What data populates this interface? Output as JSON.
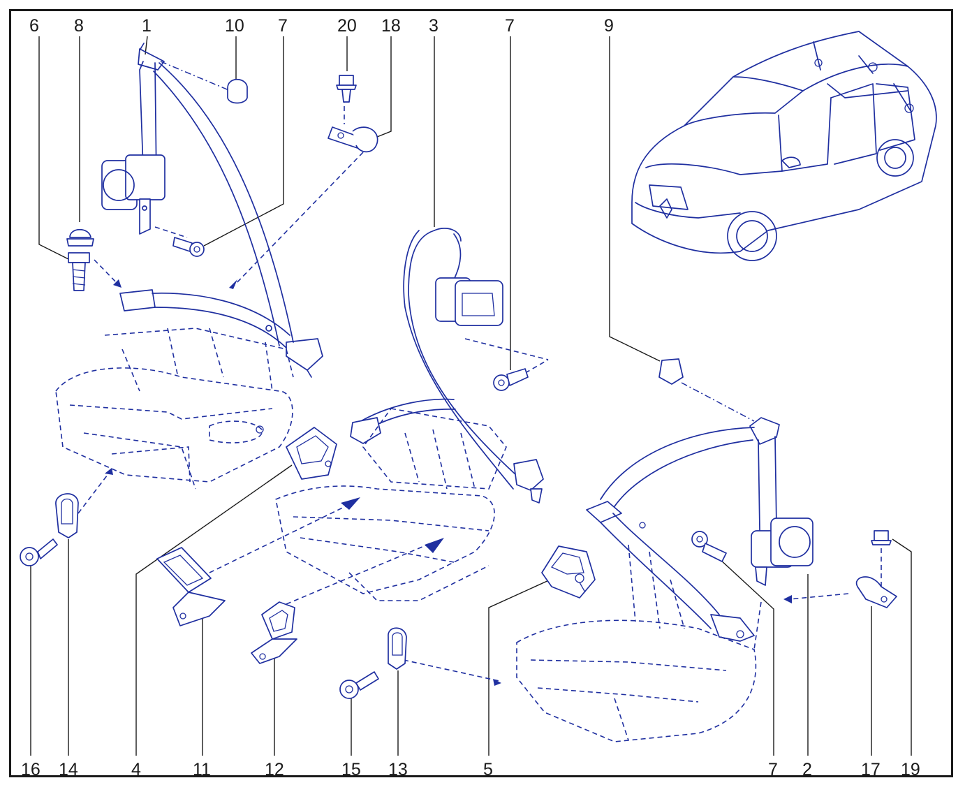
{
  "diagram": {
    "callouts_top": [
      "6",
      "8",
      "1",
      "10",
      "7",
      "20",
      "18",
      "3",
      "7",
      "9"
    ],
    "callouts_bottom": [
      "16",
      "14",
      "4",
      "11",
      "12",
      "15",
      "13",
      "5",
      "7",
      "2",
      "17",
      "19"
    ]
  },
  "colors": {
    "line": "#1f2fa0",
    "label": "#1a1a1a",
    "frame": "#1a1a1a"
  }
}
